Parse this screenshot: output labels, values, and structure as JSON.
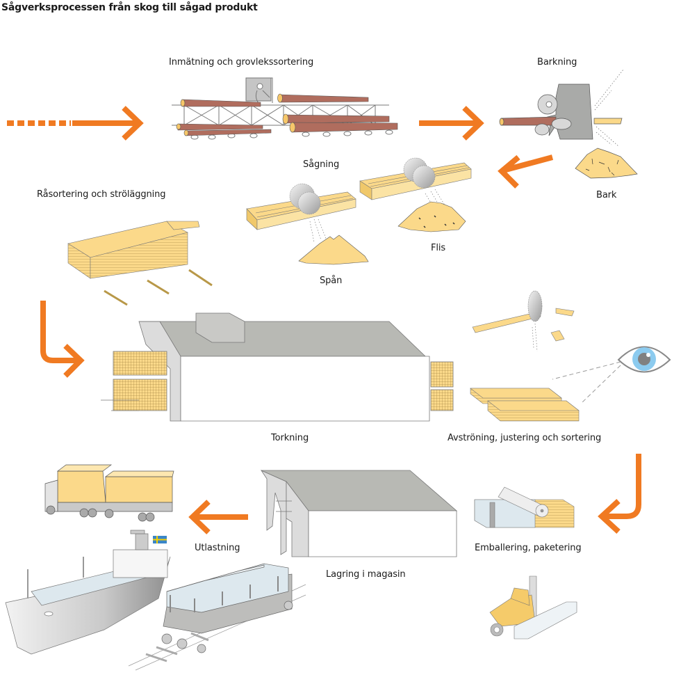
{
  "title": "Sågverksprocessen från skog till sågad produkt",
  "colors": {
    "arrow": "#f07a22",
    "wood": "#fbd98a",
    "log": "#b06d5e",
    "log_end": "#f7c76a",
    "roof": "#b8b9b4",
    "wall": "#dcdcdc",
    "package": "#dde8ee",
    "eye_iris": "#8ccbef",
    "eye_pupil": "#808080",
    "flag_blue": "#3a86c8",
    "flag_yellow": "#f5d000"
  },
  "steps": [
    {
      "id": "inmatning",
      "label": "Inmätning och grovlekssortering"
    },
    {
      "id": "barkning",
      "label": "Barkning"
    },
    {
      "id": "bark",
      "label": "Bark"
    },
    {
      "id": "sagning",
      "label": "Sågning"
    },
    {
      "id": "flis",
      "label": "Flis"
    },
    {
      "id": "span",
      "label": "Spån"
    },
    {
      "id": "rasortering",
      "label": "Råsortering och ströläggning"
    },
    {
      "id": "torkning",
      "label": "Torkning"
    },
    {
      "id": "avstroning",
      "label": "Avströning, justering och sortering"
    },
    {
      "id": "emballering",
      "label": "Emballering, paketering"
    },
    {
      "id": "lagring",
      "label": "Lagring i magasin"
    },
    {
      "id": "utlastning",
      "label": "Utlastning"
    }
  ],
  "flow": [
    "inmatning",
    "barkning",
    "sagning",
    "rasortering",
    "torkning",
    "avstroning",
    "emballering",
    "lagring",
    "utlastning"
  ]
}
